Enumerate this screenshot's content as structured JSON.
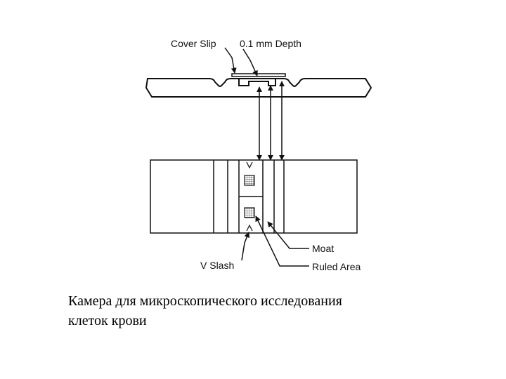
{
  "labels": {
    "cover_slip": "Cover Slip",
    "depth": "0.1 mm Depth",
    "moat": "Moat",
    "v_slash": "V Slash",
    "ruled_area": "Ruled Area"
  },
  "caption": {
    "line1": "Камера для микроскопического исследования",
    "line2": "клеток крови"
  },
  "colors": {
    "ink": "#111111",
    "hatch": "#555555"
  }
}
